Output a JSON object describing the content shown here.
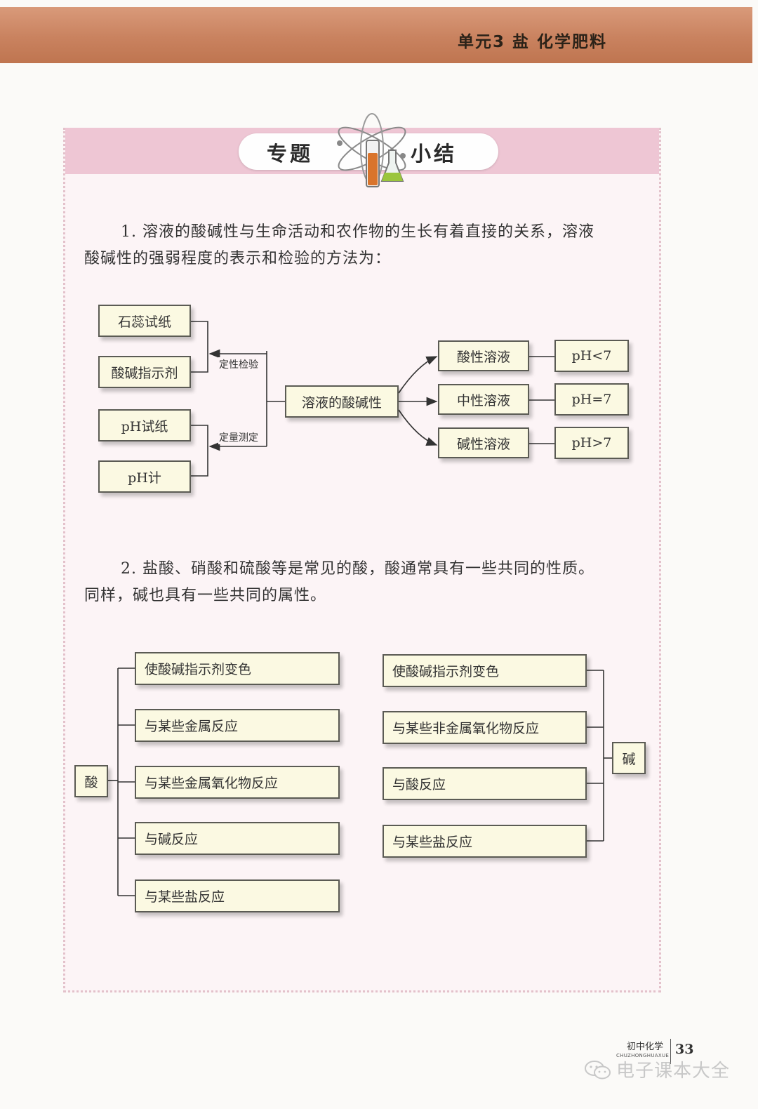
{
  "header": {
    "chapter_title": "单元3 盐  化学肥料"
  },
  "section": {
    "title_left": "专题",
    "title_right": "小结"
  },
  "paragraph1": {
    "line1": "1. 溶液的酸碱性与生命活动和农作物的生长有着直接的关系，溶液",
    "line2": "酸碱性的强弱程度的表示和检验的方法为："
  },
  "diagram1": {
    "center": "溶液的酸碱性",
    "qualitative_label": "定性检验",
    "quantitative_label": "定量测定",
    "qualitative_methods": [
      "石蕊试纸",
      "酸碱指示剂"
    ],
    "quantitative_methods": [
      "pH试纸",
      "pH计"
    ],
    "solutions": [
      "酸性溶液",
      "中性溶液",
      "碱性溶液"
    ],
    "ph_values": [
      "pH<7",
      "pH=7",
      "pH>7"
    ]
  },
  "paragraph2": {
    "line1": "2. 盐酸、硝酸和硫酸等是常见的酸，酸通常具有一些共同的性质。",
    "line2": "同样，碱也具有一些共同的属性。"
  },
  "diagram2": {
    "acid_label": "酸",
    "base_label": "碱",
    "acid_properties": [
      "使酸碱指示剂变色",
      "与某些金属反应",
      "与某些金属氧化物反应",
      "与碱反应",
      "与某些盐反应"
    ],
    "base_properties": [
      "使酸碱指示剂变色",
      "与某些非金属氧化物反应",
      "与酸反应",
      "与某些盐反应"
    ]
  },
  "footer": {
    "book_label": "初中化学",
    "book_pinyin": "CHUZHONGHUAXUE",
    "page_number": "33",
    "watermark": "电子课本大全"
  }
}
